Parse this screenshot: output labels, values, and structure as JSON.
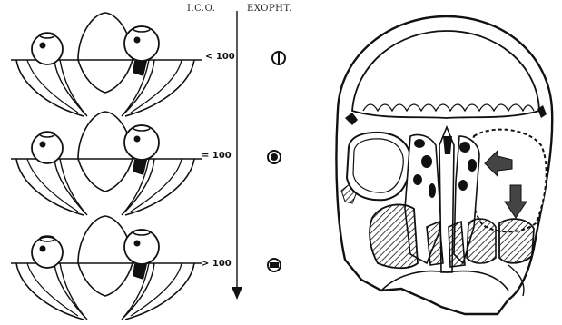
{
  "left_panel": {
    "header_ico": "I.C.O.",
    "header_exopht": "EXOPHT.",
    "rows": [
      {
        "ratio_label": "< 100",
        "exophthalmos_symbol": "circle-vertical-bar-icon"
      },
      {
        "ratio_label": "= 100",
        "exophthalmos_symbol": "circle-filled-dot-icon"
      },
      {
        "ratio_label": "> 100",
        "exophthalmos_symbol": "circle-horizontal-bar-icon"
      }
    ]
  },
  "right_panel": {
    "subject": "skull-coronal-section",
    "arrows": [
      "arrow-left-icon",
      "arrow-down-icon"
    ]
  }
}
